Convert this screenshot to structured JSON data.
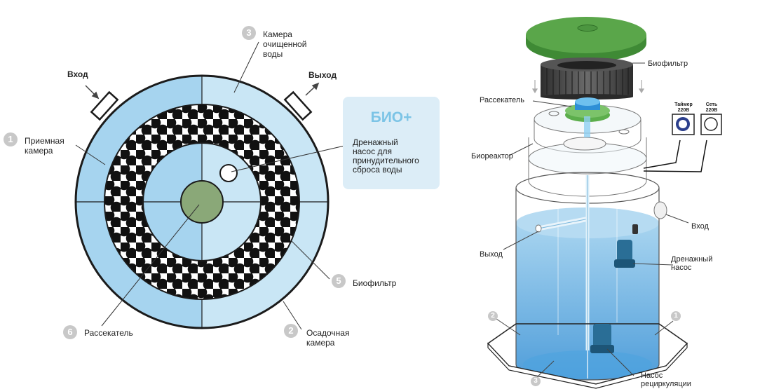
{
  "plan_view": {
    "inlet_label": "Вход",
    "outlet_label": "Выход",
    "labels": [
      {
        "num": "1",
        "text": "Приемная\nкамера"
      },
      {
        "num": "2",
        "text": "Осадочная\nкамера"
      },
      {
        "num": "3",
        "text": "Камера\nочищенной\nводы"
      },
      {
        "num": "5",
        "text": "Биофильтр"
      },
      {
        "num": "6",
        "text": "Рассекатель"
      }
    ]
  },
  "callout": {
    "title": "БИО+",
    "text": "Дренажный\nнасос для\nпринудительного\nсброса воды"
  },
  "section_view": {
    "biofilter_label": "Биофильтр",
    "diffuser_label": "Рассекатель",
    "bioreactor_label": "Биореактор",
    "inlet_label": "Вход",
    "outlet_label": "Выход",
    "drain_pump_label": "Дренажный\nнасос",
    "recirc_pump_label": "Насос\nрециркуляции",
    "timer_label": "Таймер\n220В",
    "mains_label": "Сеть\n220В",
    "chamber_numbers": [
      "1",
      "2",
      "3"
    ]
  },
  "colors": {
    "light_blue": "#c9e6f5",
    "mid_blue": "#a6d4ef",
    "diffuser_green": "#8aa878",
    "lid_green": "#5aa64a",
    "callout_bg": "#dcedf7",
    "callout_title": "#7cc4e6"
  }
}
